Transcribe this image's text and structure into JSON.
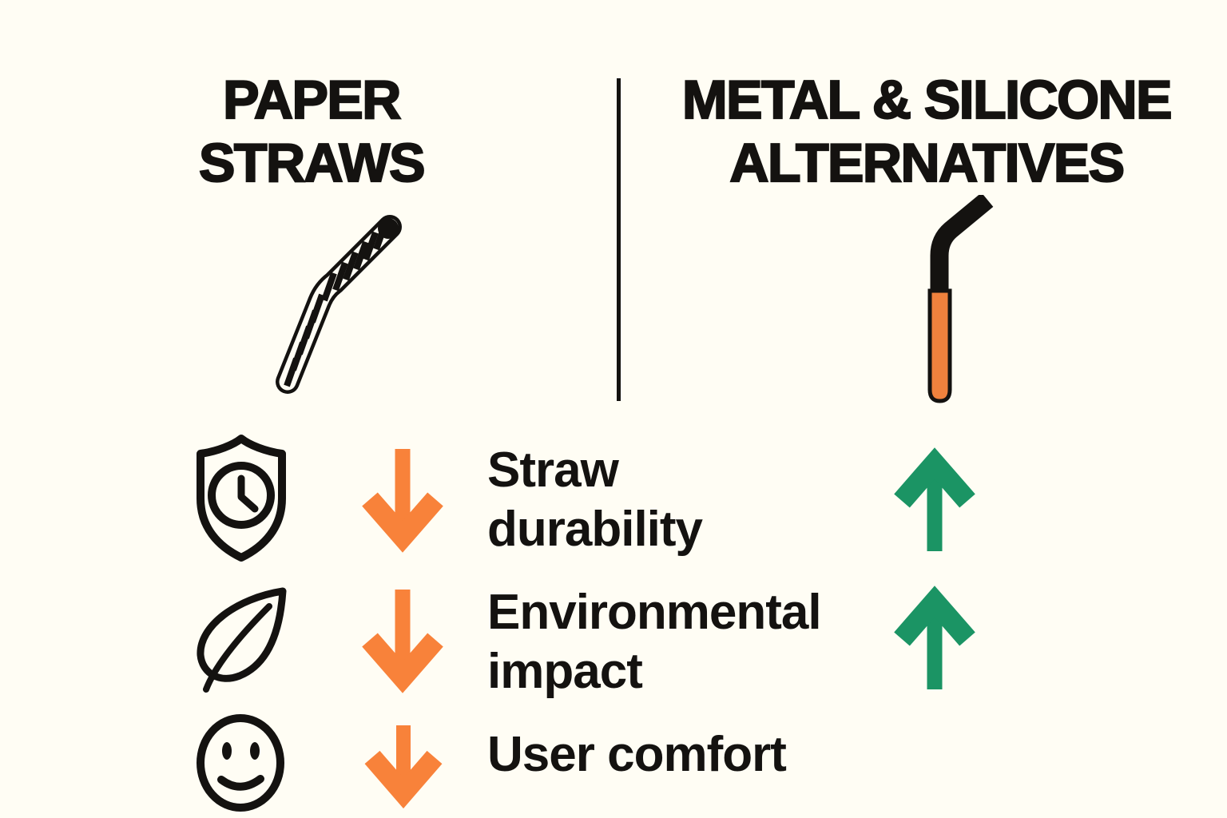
{
  "title_left": {
    "line1": "PAPER",
    "line2": "STRAWS"
  },
  "title_right": {
    "line1": "METAL & SILICONE",
    "line2": "ALTERNATIVES"
  },
  "columns": {
    "left_icon": "paper-straw-icon",
    "right_icon": "metal-silicone-straw-icon"
  },
  "rows": [
    {
      "id": "durability",
      "icon": "shield-clock-icon",
      "label_line1": "Straw",
      "label_line2": "durability",
      "left_trend": "down",
      "right_trend": "up"
    },
    {
      "id": "environment",
      "icon": "leaf-icon",
      "label_line1": "Environmental",
      "label_line2": "impact",
      "left_trend": "down",
      "right_trend": "up"
    },
    {
      "id": "comfort",
      "icon": "smiley-icon",
      "label_line1": "User comfort",
      "label_line2": "",
      "left_trend": "down",
      "right_trend": "none"
    }
  ],
  "colors": {
    "bg": "#FFFDF4",
    "ink": "#141210",
    "orange": "#F8823A",
    "green": "#1B9464",
    "straw_orange": "#EF813D"
  }
}
